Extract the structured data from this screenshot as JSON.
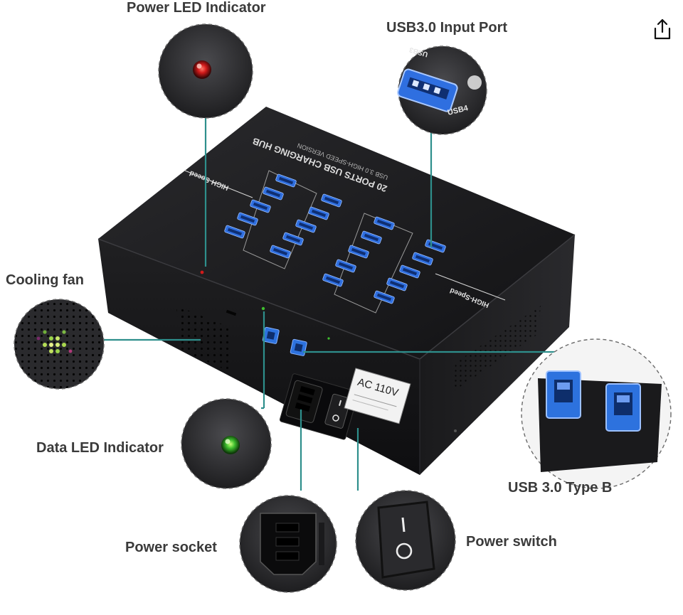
{
  "callouts": {
    "power_led": "Power LED Indicator",
    "usb_input": "USB3.0 Input Port",
    "cooling_fan": "Cooling fan",
    "data_led": "Data LED Indicator",
    "usb_type_b": "USB 3.0 Type B",
    "power_socket": "Power socket",
    "power_switch": "Power switch"
  },
  "device": {
    "title_line1": "20 PORTS USB CHARGING HUB",
    "title_line2": "USB 3.0 HIGH-SPEED VERSION",
    "badge": "HIGH-Speed",
    "voltage_label": "AC 110V",
    "zoom_port_label_top": "USB3",
    "zoom_port_label_bottom": "USB4"
  },
  "colors": {
    "leader_line": "#2e8f8c",
    "case": "#1c1c1e",
    "port_glow": "#2f6fe0",
    "led_red": "#d11a1a",
    "led_green": "#3fbf2f"
  },
  "icons": {
    "share": "share-icon"
  }
}
